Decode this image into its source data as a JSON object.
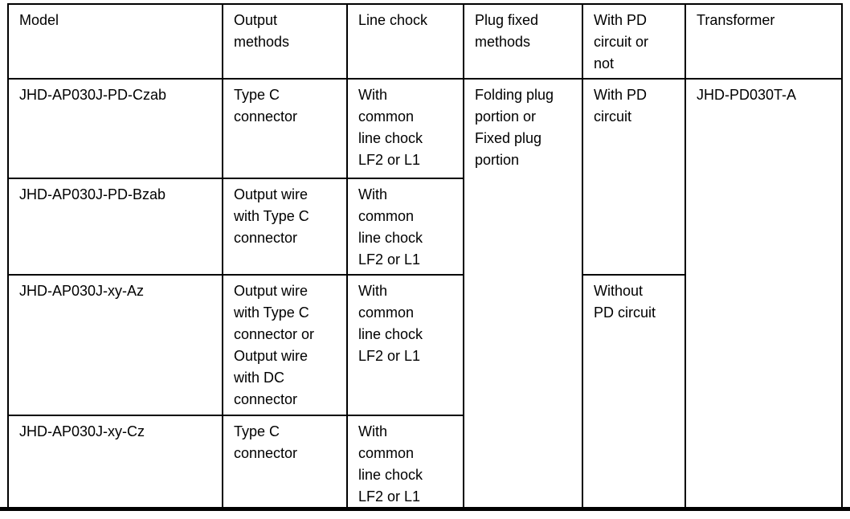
{
  "page": {
    "background_color": "#ffffff",
    "grid_line_color": "#000000",
    "text_color": "#000000"
  },
  "table": {
    "headers": {
      "model": "Model",
      "output_methods": "Output\nmethods",
      "line_chock": "Line chock",
      "plug_fixed_methods": "Plug fixed\nmethods",
      "pd_circuit": "With PD\ncircuit or\nnot",
      "transformer": "Transformer"
    },
    "rows": [
      {
        "model": "JHD-AP030J-PD-Czab",
        "output_methods": "Type C\nconnector",
        "line_chock": "With\ncommon\nline chock\nLF2 or L1"
      },
      {
        "model": "JHD-AP030J-PD-Bzab",
        "output_methods": "Output wire\nwith Type C\nconnector",
        "line_chock": "With\ncommon\nline chock\nLF2 or L1"
      },
      {
        "model": "JHD-AP030J-xy-Az",
        "output_methods": "Output wire\nwith Type C\nconnector or\nOutput wire\nwith DC\nconnector",
        "line_chock": "With\ncommon\nline chock\nLF2 or L1"
      },
      {
        "model": "JHD-AP030J-xy-Cz",
        "output_methods": "Type C\nconnector",
        "line_chock": "With\ncommon\nline chock\nLF2 or L1"
      }
    ],
    "merged_cells": {
      "plug_fixed_methods": "Folding plug\nportion or\nFixed plug\nportion",
      "with_pd_circuit": "With PD\ncircuit",
      "without_pd_circuit": "Without\nPD circuit",
      "transformer": "JHD-PD030T-A"
    }
  }
}
